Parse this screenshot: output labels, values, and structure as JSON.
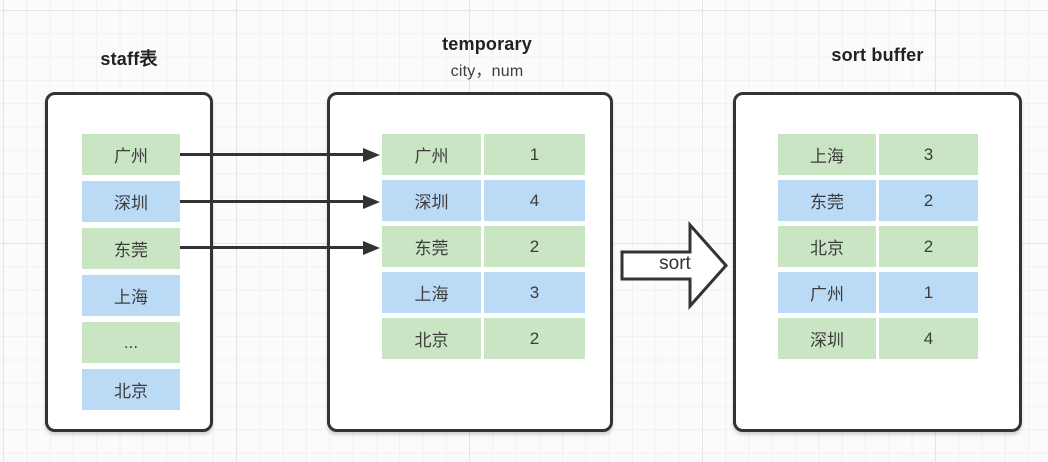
{
  "diagram": {
    "staff_table": {
      "title": "staff表",
      "cells": [
        "广州",
        "深圳",
        "东莞",
        "上海",
        "...",
        "北京"
      ]
    },
    "temporary_table": {
      "title": "temporary",
      "subtitle": "city，num",
      "rows": [
        {
          "city": "广州",
          "num": "1"
        },
        {
          "city": "深圳",
          "num": "4"
        },
        {
          "city": "东莞",
          "num": "2"
        },
        {
          "city": "上海",
          "num": "3"
        },
        {
          "city": "北京",
          "num": "2"
        }
      ]
    },
    "sort_arrow_label": "sort",
    "sort_buffer": {
      "title": "sort buffer",
      "rows": [
        {
          "city": "上海",
          "num": "3"
        },
        {
          "city": "东莞",
          "num": "2"
        },
        {
          "city": "北京",
          "num": "2"
        },
        {
          "city": "广州",
          "num": "1"
        },
        {
          "city": "深圳",
          "num": "4"
        }
      ]
    },
    "colors": {
      "cell_green": "#cae5c3",
      "cell_blue": "#bbdaf5",
      "stroke": "#333333"
    }
  }
}
